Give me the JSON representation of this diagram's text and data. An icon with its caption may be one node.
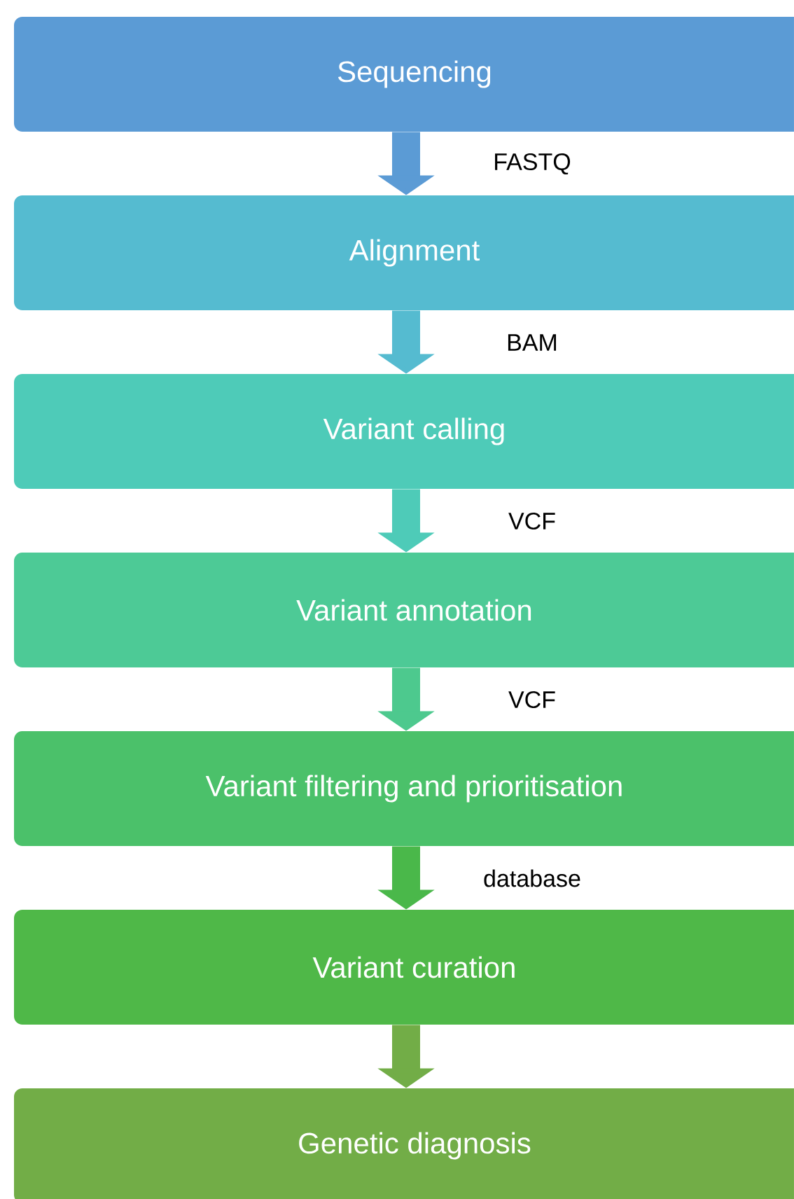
{
  "diagram": {
    "nodes": [
      {
        "text": [
          "Sequencing"
        ]
      },
      {
        "text": [
          "Alignment"
        ]
      },
      {
        "text": [
          "Variant calling"
        ]
      },
      {
        "text": [
          "Variant annotation"
        ]
      },
      {
        "text": [
          "Variant filtering and prioritisation"
        ]
      },
      {
        "text": [
          "Variant curation"
        ]
      },
      {
        "text": [
          "Genetic diagnosis"
        ]
      }
    ],
    "edges": [
      {
        "from": 0,
        "to": 1,
        "arrow": "to",
        "label": "FASTQ",
        "color": "#5b9bd5"
      },
      {
        "from": 1,
        "to": 2,
        "arrow": "to",
        "label": "BAM",
        "color": "#55bbd0"
      },
      {
        "from": 2,
        "to": 3,
        "arrow": "to",
        "label": "VCF",
        "color": "#4ecbb8"
      },
      {
        "from": 3,
        "to": 4,
        "arrow": "to",
        "label": "VCF",
        "color": "#4dc98e"
      },
      {
        "from": 4,
        "to": 5,
        "arrow": "to",
        "label": "database",
        "color": "#4ab84a"
      },
      {
        "from": 5,
        "to": 6,
        "arrow": "to",
        "color": "#72ad47"
      }
    ]
  }
}
